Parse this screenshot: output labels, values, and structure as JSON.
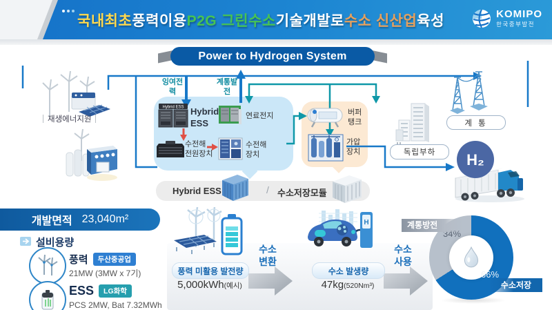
{
  "header": {
    "title": [
      {
        "text": "국내최초 ",
        "style": "color:#ffd94e"
      },
      {
        "text": "풍력이용 ",
        "style": "color:#ffffff"
      },
      {
        "text": "P2G 그린수소 ",
        "style": "color:#47c353"
      },
      {
        "text": "기술개발로 ",
        "style": "color:#ffffff"
      },
      {
        "text": "수소 신산업 ",
        "style": "color:#e5a05e"
      },
      {
        "text": "육성",
        "style": "color:#ffffff"
      }
    ],
    "logo_name": "KOMIPO",
    "logo_sub": "한국중부발전"
  },
  "banner": {
    "title": "Power to Hydrogen System"
  },
  "diagram": {
    "renewable": "재생에너지원",
    "surplus": "잉여전\n력",
    "grid_gen": "계통발\n전",
    "hybrid_ess": "Hybrid\nESS",
    "fuel_cell": "연료전지",
    "electrolysis_psu": "수전해\n전원장치",
    "electrolyzer": "수전해\n장치",
    "buffer_tank": "버퍼\n탱크",
    "pressurizer": "가압\n장치",
    "grid": "계 통",
    "indep_load": "독립부하",
    "h2": "H₂",
    "bar_left": "Hybrid ESS",
    "bar_div": "/",
    "bar_right": "수소저장모듈"
  },
  "bottom": {
    "area_label": "개발면적",
    "area_value": "23,040m²",
    "capacity_title": "설비용량",
    "items": [
      {
        "name": "풍력",
        "vendor": "두산중공업",
        "vendor_color": "#2e7fd2",
        "icon": "wind-turbine",
        "spec": "21MW (3MW x 7기)"
      },
      {
        "name": "ESS",
        "vendor": "LG화학",
        "vendor_color": "#269fae",
        "icon": "battery",
        "spec": "PCS 2MW, Bat 7.32MWh"
      }
    ],
    "flow": {
      "s1_label": "풍력 미활용 발전량",
      "s1_value": "5,000kWh",
      "s1_note": "(예시)",
      "a1": "수소\n변환",
      "s2_label": "수소 발생량",
      "s2_value": "47kg",
      "s2_note": "(520Nm³)",
      "a2": "수소\n사용"
    },
    "chart_labels": {
      "gray_banner": "계통방전",
      "blue_banner": "수소저장",
      "gray_pct": "34%",
      "blue_pct": "66%"
    }
  },
  "chart_data": {
    "type": "pie",
    "title": "",
    "slices": [
      {
        "label": "수소저장",
        "value": 66,
        "color": "#1170bd"
      },
      {
        "label": "계통방전",
        "value": 34,
        "color": "#b7c0cb"
      }
    ],
    "labels_shown": [
      "34%",
      "66%"
    ],
    "legend_position": "banners",
    "center_icon": "water-droplet"
  }
}
